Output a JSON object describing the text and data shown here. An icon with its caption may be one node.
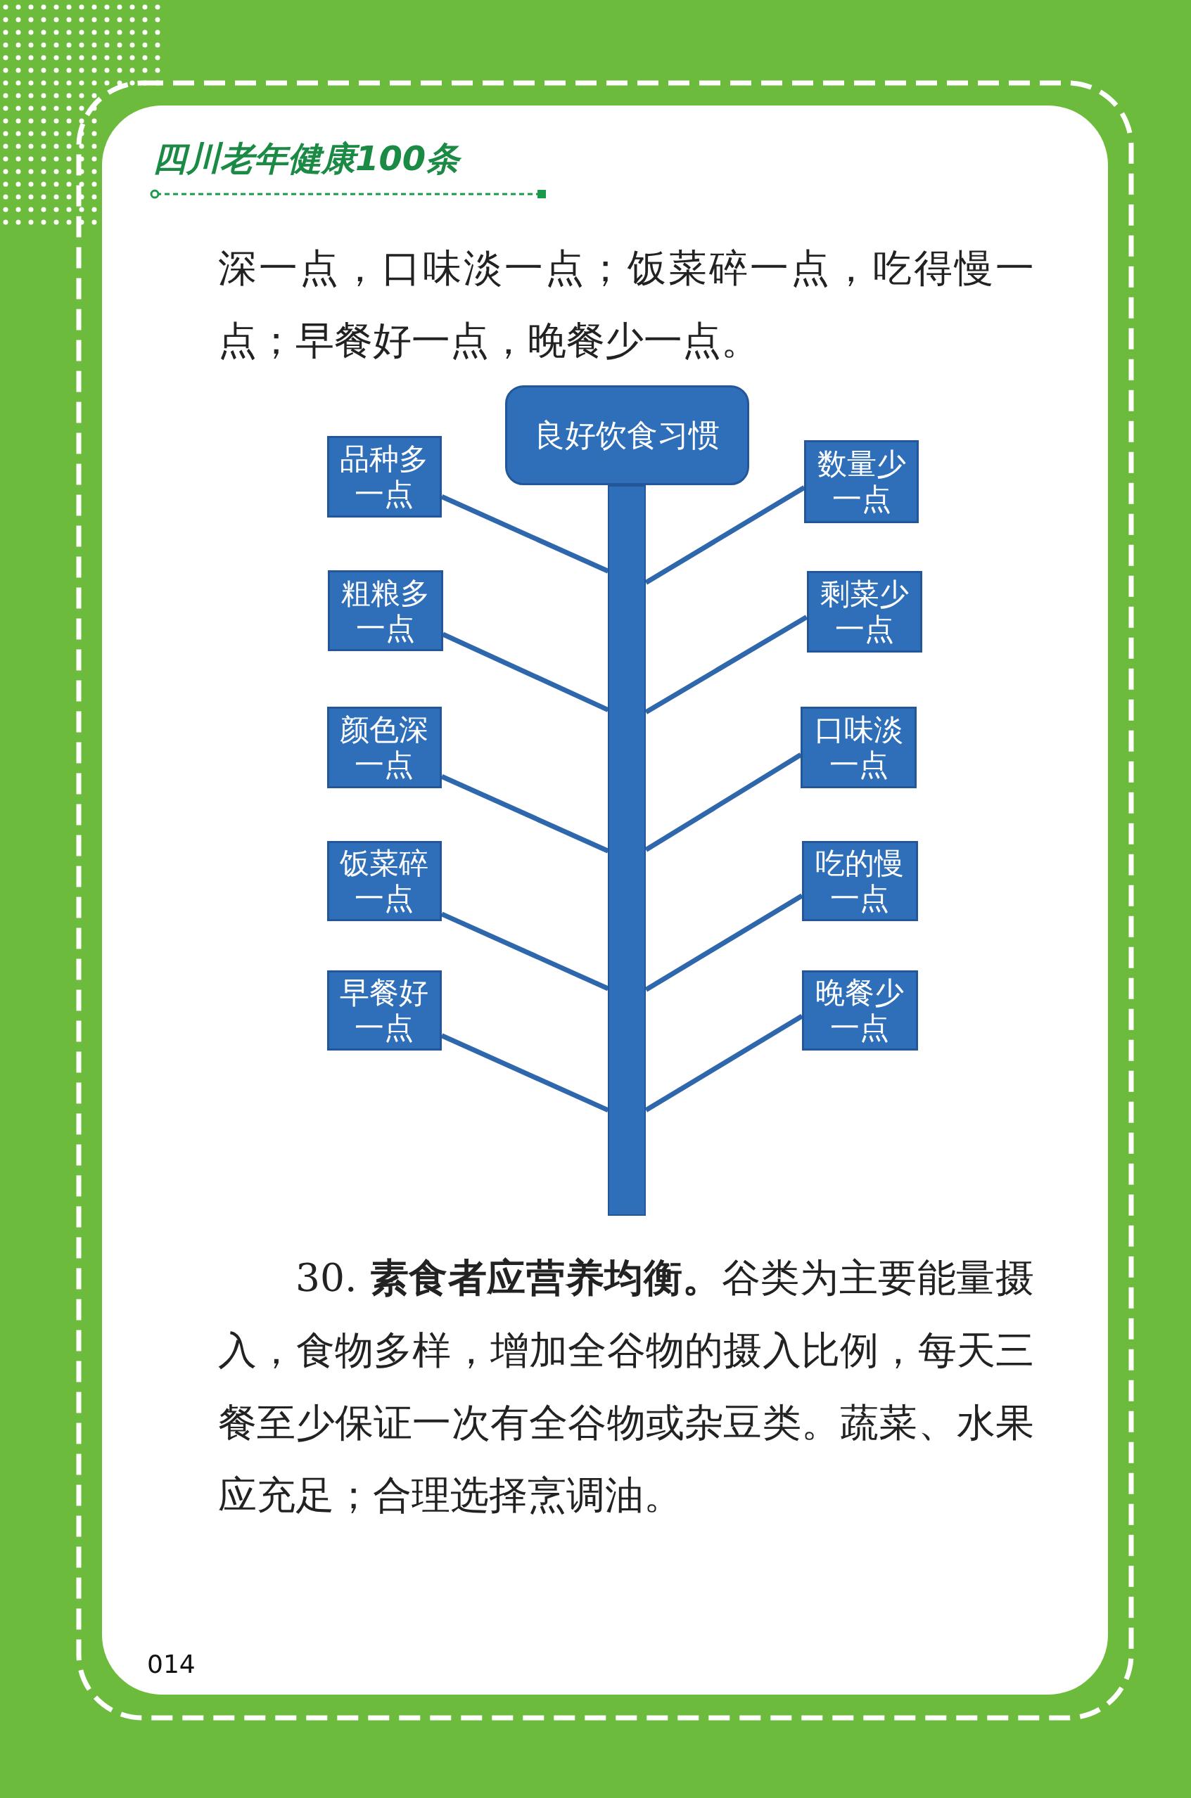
{
  "diagram": {
    "nodes": [
      {
        "text": [
          "良好饮食习惯"
        ]
      },
      {
        "text": [],
        "shape": "bar"
      },
      {
        "text": [
          "品种多一点"
        ]
      },
      {
        "text": [
          "数量少一点"
        ]
      },
      {
        "text": [
          "粗粮多一点"
        ]
      },
      {
        "text": [
          "剩菜少一点"
        ]
      },
      {
        "text": [
          "颜色深一点"
        ]
      },
      {
        "text": [
          "口味淡一点"
        ]
      },
      {
        "text": [
          "饭菜碎一点"
        ]
      },
      {
        "text": [
          "吃的慢一点"
        ]
      },
      {
        "text": [
          "早餐好一点"
        ]
      },
      {
        "text": [
          "晚餐少一点"
        ]
      }
    ],
    "edges": [
      {
        "from": 2,
        "to": 1,
        "arrow": "none"
      },
      {
        "from": 3,
        "to": 1,
        "arrow": "none"
      },
      {
        "from": 4,
        "to": 1,
        "arrow": "none"
      },
      {
        "from": 5,
        "to": 1,
        "arrow": "none"
      },
      {
        "from": 6,
        "to": 1,
        "arrow": "none"
      },
      {
        "from": 7,
        "to": 1,
        "arrow": "none"
      },
      {
        "from": 8,
        "to": 1,
        "arrow": "none"
      },
      {
        "from": 9,
        "to": 1,
        "arrow": "none"
      },
      {
        "from": 10,
        "to": 1,
        "arrow": "none"
      },
      {
        "from": 11,
        "to": 1,
        "arrow": "none"
      }
    ],
    "labels": [
      "四川老年健康100条",
      "深一点，口味淡一点；饭菜碎一点，吃得慢一点；早餐好一点，晚餐少一点。",
      "30. **素食者应营养均衡。**谷类为主要能量摄入，食物多样，增加全谷物的摄入比例，每天三餐至少保证一次有全谷物或杂豆类。蔬菜、水果应充足；合理选择烹调油。",
      "014"
    ]
  }
}
